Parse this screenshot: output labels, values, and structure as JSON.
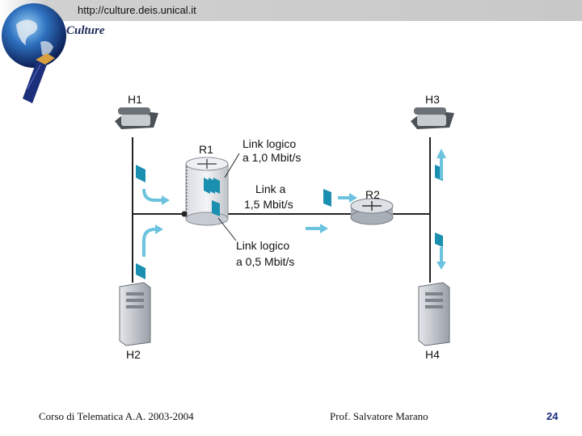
{
  "header": {
    "url": "http://culture.deis.unical.it",
    "logo_text": "Culture"
  },
  "diagram": {
    "hosts": {
      "h1": "H1",
      "h2": "H2",
      "h3": "H3",
      "h4": "H4"
    },
    "routers": {
      "r1": "R1",
      "r2": "R2"
    },
    "labels": {
      "logical_link_1_line1": "Link logico",
      "logical_link_1_line2": "a 1,0 Mbit/s",
      "link_line1": "Link a",
      "link_line2": "1,5 Mbit/s",
      "logical_link_2_line1": "Link logico",
      "logical_link_2_line2": "a 0,5 Mbit/s"
    },
    "colors": {
      "packet": "#1b8fb0",
      "arrow": "#6cc3df",
      "line": "#222222",
      "router": "#c9ced4"
    }
  },
  "footer": {
    "course": "Corso di Telematica A.A. 2003-2004",
    "author": "Prof. Salvatore Marano",
    "page": "24"
  }
}
